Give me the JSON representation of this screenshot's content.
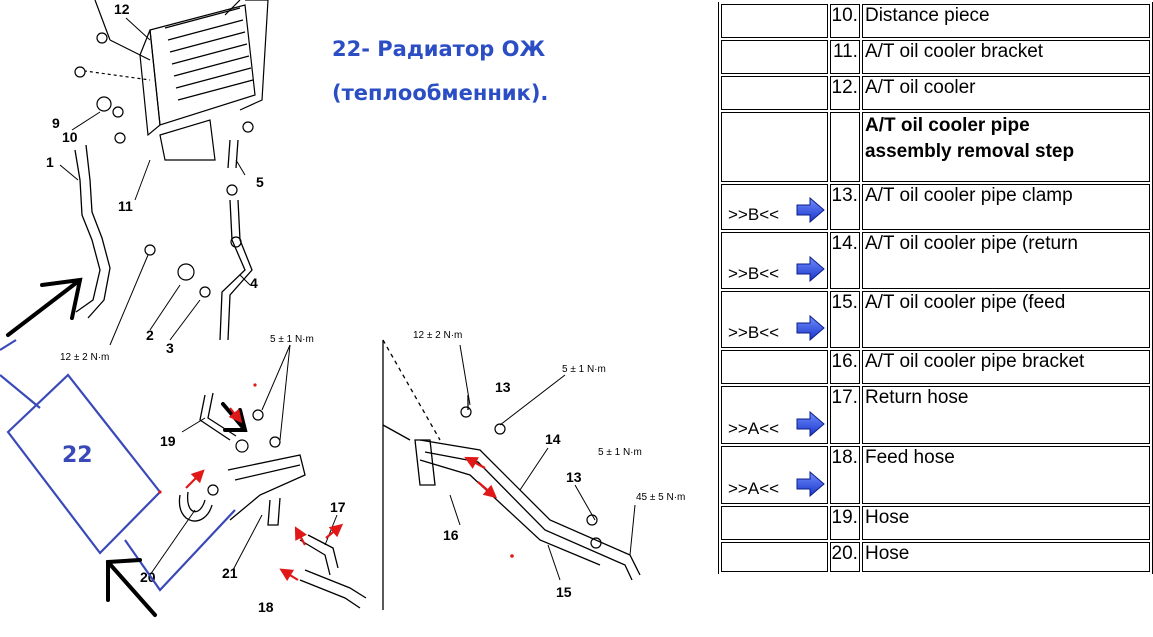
{
  "diagram": {
    "note_line1": "22- Радиатор ОЖ",
    "note_line2": "(теплообменник).",
    "box_label": "22",
    "torque_12a": "12 ± 2 N·m",
    "torque_5a": "5 ± 1 N·m",
    "torque_12b": "12 ± 2 N·m",
    "torque_5b": "5 ± 1 N·m",
    "torque_5c": "5 ± 1 N·m",
    "torque_45": "45 ± 5 N·m",
    "labels": {
      "n1": "1",
      "n2": "2",
      "n3": "3",
      "n4": "4",
      "n5": "5",
      "n9": "9",
      "n10": "10",
      "n11": "11",
      "n12": "12",
      "n13a": "13",
      "n13b": "13",
      "n14": "14",
      "n15": "15",
      "n16": "16",
      "n17": "17",
      "n18": "18",
      "n19": "19",
      "n20": "20",
      "n21": "21"
    },
    "colors": {
      "annotation_blue": "#2b4ec4",
      "box_blue": "#3a49b8",
      "arrow_red": "#e01818",
      "arrow_black": "#000000"
    }
  },
  "parts_table": {
    "rows": [
      {
        "ref": "",
        "arrow": false,
        "idx": "10.",
        "desc": "Distance piece"
      },
      {
        "ref": "",
        "arrow": false,
        "idx": "11.",
        "desc": "A/T oil cooler bracket"
      },
      {
        "ref": "",
        "arrow": false,
        "idx": "12.",
        "desc": "A/T oil cooler"
      },
      {
        "ref": "",
        "arrow": false,
        "idx": "",
        "desc": "A/T oil cooler pipe",
        "desc2": "assembly removal step",
        "bold": true
      },
      {
        "ref": ">>B<<",
        "arrow": true,
        "idx": "13.",
        "desc": "A/T oil cooler pipe clamp"
      },
      {
        "ref": ">>B<<",
        "arrow": true,
        "idx": "14.",
        "desc": "A/T oil cooler pipe (return"
      },
      {
        "ref": ">>B<<",
        "arrow": true,
        "idx": "15.",
        "desc": "A/T oil cooler pipe (feed"
      },
      {
        "ref": "",
        "arrow": false,
        "idx": "16.",
        "desc": "A/T oil cooler pipe bracket"
      },
      {
        "ref": ">>A<<",
        "arrow": true,
        "idx": "17.",
        "desc": "Return hose"
      },
      {
        "ref": ">>A<<",
        "arrow": true,
        "idx": "18.",
        "desc": "Feed hose"
      },
      {
        "ref": "",
        "arrow": false,
        "idx": "19.",
        "desc": "Hose"
      },
      {
        "ref": "",
        "arrow": false,
        "idx": "20.",
        "desc": "Hose"
      }
    ],
    "arrow_icon": "blue-right-arrow-icon",
    "arrow_color": "#2a4be0"
  }
}
